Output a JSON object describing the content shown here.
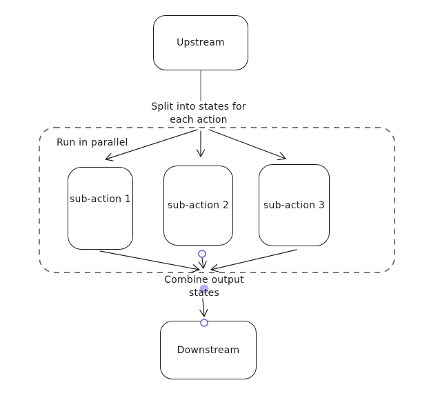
{
  "nodes": {
    "upstream": {
      "label": "Upstream"
    },
    "sub_action_1": {
      "label": "sub-action 1"
    },
    "sub_action_2": {
      "label": "sub-action 2"
    },
    "sub_action_3": {
      "label": "sub-action 3"
    },
    "downstream": {
      "label": "Downstream"
    }
  },
  "labels": {
    "split_line1": "Split into states for",
    "split_line2": "each action",
    "group": "Run in parallel",
    "combine_line1": "Combine output",
    "combine_line2": "states"
  },
  "colors": {
    "stroke_dark": "#1e1e1e",
    "connector_gray": "#9c9c9c",
    "group_dash": "#63696e",
    "anchor_ring": "#6965db",
    "anchor_dot_fill": "#b9aef0",
    "canvas_bg": "#ffffff"
  }
}
